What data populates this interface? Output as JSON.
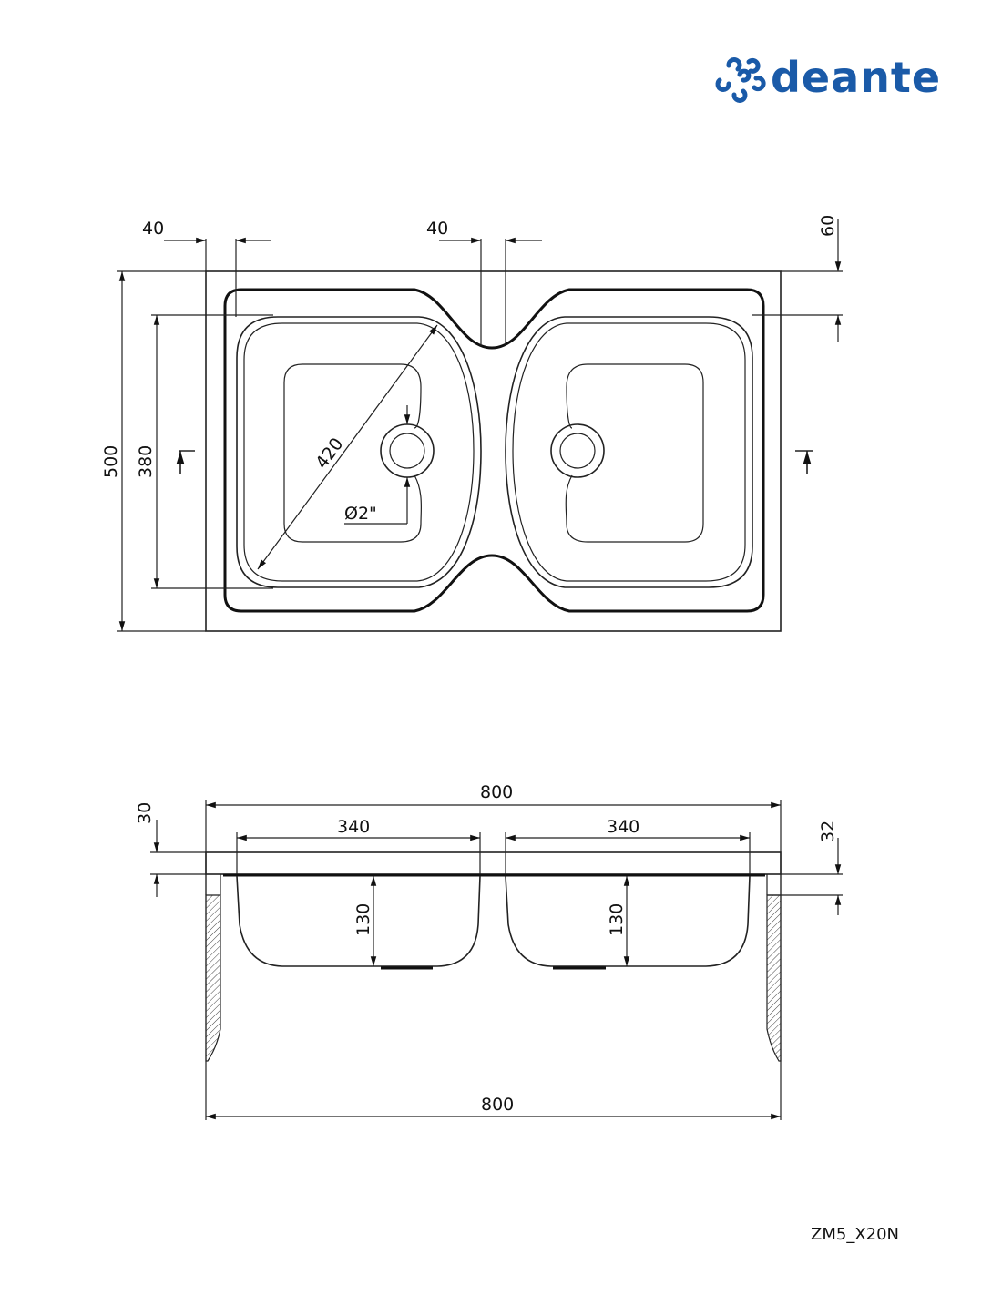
{
  "brand": {
    "name": "deante",
    "color": "#1a5aa8"
  },
  "model_code": "ZM5_X20N",
  "top_view": {
    "dims": {
      "left_margin": "40",
      "middle_gap": "40",
      "back_margin": "60",
      "overall_depth": "500",
      "bowl_depth": "380",
      "bowl_diagonal": "420",
      "drain": "Ø2\""
    }
  },
  "side_view": {
    "dims": {
      "overall_width_top": "800",
      "bowl_left_width": "340",
      "bowl_right_width": "340",
      "rim_left": "30",
      "rim_right": "32",
      "bowl_left_height": "130",
      "bowl_right_height": "130",
      "overall_width_bottom": "800"
    }
  }
}
